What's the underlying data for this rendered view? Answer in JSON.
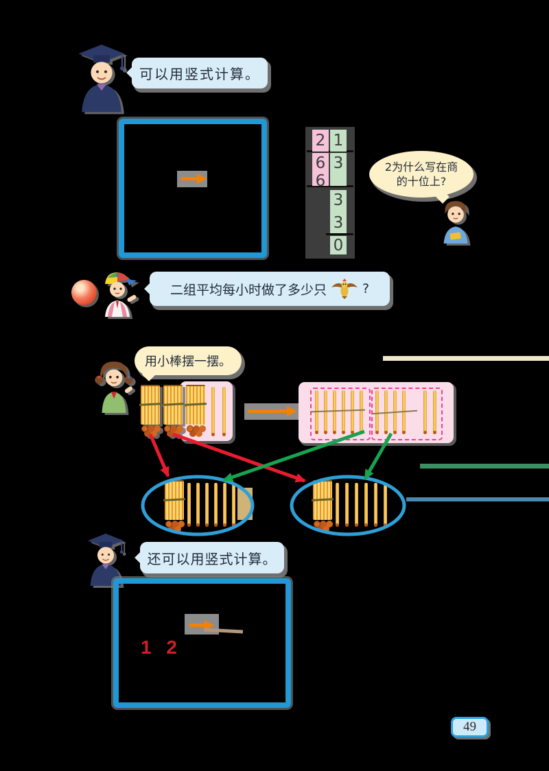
{
  "page": {
    "number": "49"
  },
  "bubbles": {
    "teacher1": "可以用竖式计算。",
    "question_line1": "2为什么写在商",
    "question_line2": "的十位上?",
    "problem_prefix": "二组平均每小时做了多少只",
    "problem_suffix": "?",
    "girl": "用小棒摆一摆。",
    "teacher2": "还可以用竖式计算。"
  },
  "division": {
    "quotient": [
      "2",
      "1"
    ],
    "dividend": [
      "6",
      "3"
    ],
    "work": {
      "sub_tens": "6",
      "bring_down": "3",
      "sub_ones": "3",
      "remainder": "0"
    }
  },
  "box2": {
    "red_number": "1 2"
  },
  "sticks": {
    "row1_bundles": 2,
    "panel1": {
      "bundles": 1,
      "singles": 2
    },
    "panel2": {
      "box1_singles": 6,
      "box2_group_a": 4,
      "box2_group_b": 2
    },
    "group_left": {
      "bundles": 1,
      "singles": 6
    },
    "group_right": {
      "bundles": 1,
      "singles": 6
    }
  },
  "icons": {
    "bird": "golden-bird-craft",
    "teacher": "graduation-cap-teacher",
    "cap_boy": "boy-with-cap",
    "girl": "girl-with-pigtails",
    "question_boy": "boy-thinking",
    "ball": "red-ball"
  },
  "colors": {
    "box_border": "#1f98d5",
    "pink_cell": "#f6c3d8",
    "green_cell": "#c5e2c6",
    "panel_pink": "#fadde9",
    "dashed_magenta": "#ea3f96",
    "arrow_orange": "#f08207",
    "arrow_red": "#e81c2e",
    "arrow_green": "#17a34f",
    "ellipse_blue": "#2f9fd8",
    "red_number": "#cd2026",
    "bubble_blue": "#d9edf8",
    "bubble_yellow": "#fdf1c9",
    "page_badge_fill": "#cdeafb",
    "page_badge_border": "#2aa0dd",
    "decor_cream": "#eee8cb",
    "decor_green": "#3e8e63",
    "decor_blue": "#4a89ae"
  }
}
